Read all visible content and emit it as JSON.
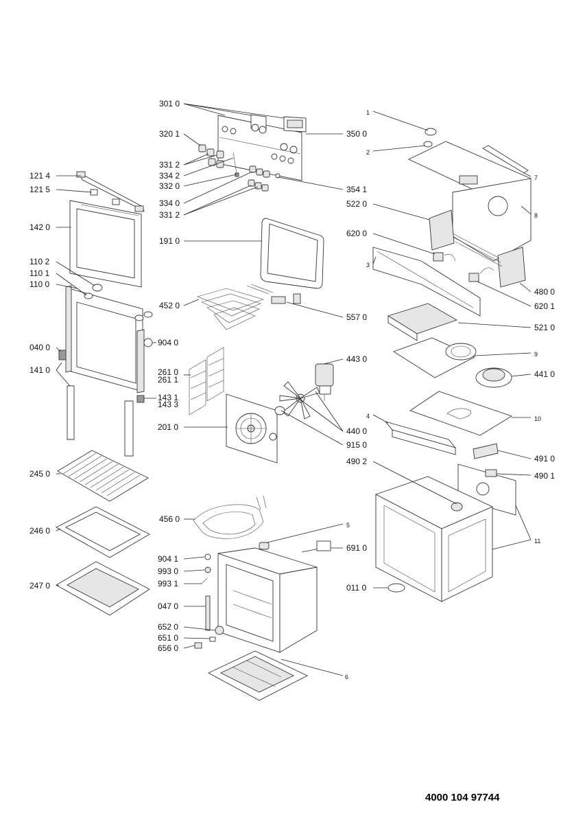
{
  "document_number": "4000 104 97744",
  "labels": {
    "l_301_0": "301 0",
    "l_320_1": "320 1",
    "l_331_2a": "331 2",
    "l_334_2": "334 2",
    "l_332_0": "332 0",
    "l_334_0": "334 0",
    "l_331_2b": "331 2",
    "l_350_0": "350 0",
    "l_354_1": "354 1",
    "l_121_4": "121 4",
    "l_121_5": "121 5",
    "l_142_0": "142 0",
    "l_110_2": "110 2",
    "l_110_1": "110 1",
    "l_110_0": "110 0",
    "l_040_0": "040 0",
    "l_141_0": "141 0",
    "l_143_1": "143 1",
    "l_143_3": "143 3",
    "l_191_0": "191 0",
    "l_452_0": "452 0",
    "l_557_0": "557 0",
    "l_904_0": "904 0",
    "l_261_0": "261 0",
    "l_261_1": "261 1",
    "l_201_0": "201 0",
    "l_443_0": "443 0",
    "l_440_0": "440 0",
    "l_915_0": "915 0",
    "l_245_0": "245 0",
    "l_246_0": "246 0",
    "l_247_0": "247 0",
    "l_456_0": "456 0",
    "l_5": "5",
    "l_691_0": "691 0",
    "l_904_1": "904 1",
    "l_993_0": "993 0",
    "l_993_1": "993 1",
    "l_047_0": "047 0",
    "l_652_0": "652 0",
    "l_651_0": "651 0",
    "l_656_0": "656 0",
    "l_6": "6",
    "l_1": "1",
    "l_2": "2",
    "l_7": "7",
    "l_8": "8",
    "l_522_0": "522 0",
    "l_620_0": "620 0",
    "l_3": "3",
    "l_480_0": "480 0",
    "l_620_1": "620 1",
    "l_521_0": "521 0",
    "l_9": "9",
    "l_441_0": "441 0",
    "l_4": "4",
    "l_10": "10",
    "l_491_0": "491 0",
    "l_490_2": "490 2",
    "l_490_1": "490 1",
    "l_11": "11",
    "l_011_0": "011 0"
  }
}
